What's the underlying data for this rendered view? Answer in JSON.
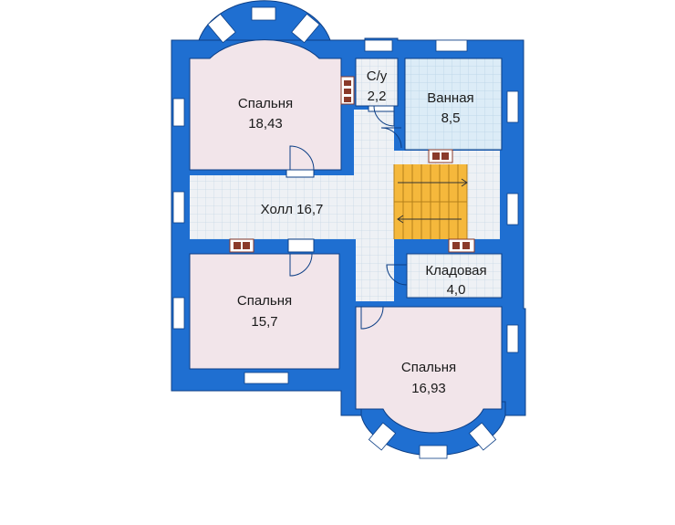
{
  "colors": {
    "wall": "#1f6fd1",
    "wall_edge": "#0d3f86",
    "bedroom_floor": "#f2e5ea",
    "tile_floor": "#eef1f5",
    "bath_floor": "#dcecf7",
    "grid_line": "#c9d8e6",
    "stair": "#f5b83c",
    "stair_line": "#b5801a",
    "window": "#ffffff",
    "chimney": "#8a3a2a"
  },
  "icons": [
    "door-arc-icon",
    "window-icon",
    "chimney-vent-icon",
    "stair-arrow-icon"
  ],
  "rooms": {
    "bedroom_1": {
      "name": "Спальня",
      "area": "18,43"
    },
    "wc": {
      "name": "С/у",
      "area": "2,2"
    },
    "bathroom": {
      "name": "Ванная",
      "area": "8,5"
    },
    "hall": {
      "name": "Холл 16,7"
    },
    "storage": {
      "name": "Кладовая",
      "area": "4,0"
    },
    "bedroom_2": {
      "name": "Спальня",
      "area": "15,7"
    },
    "bedroom_3": {
      "name": "Спальня",
      "area": "16,93"
    }
  }
}
